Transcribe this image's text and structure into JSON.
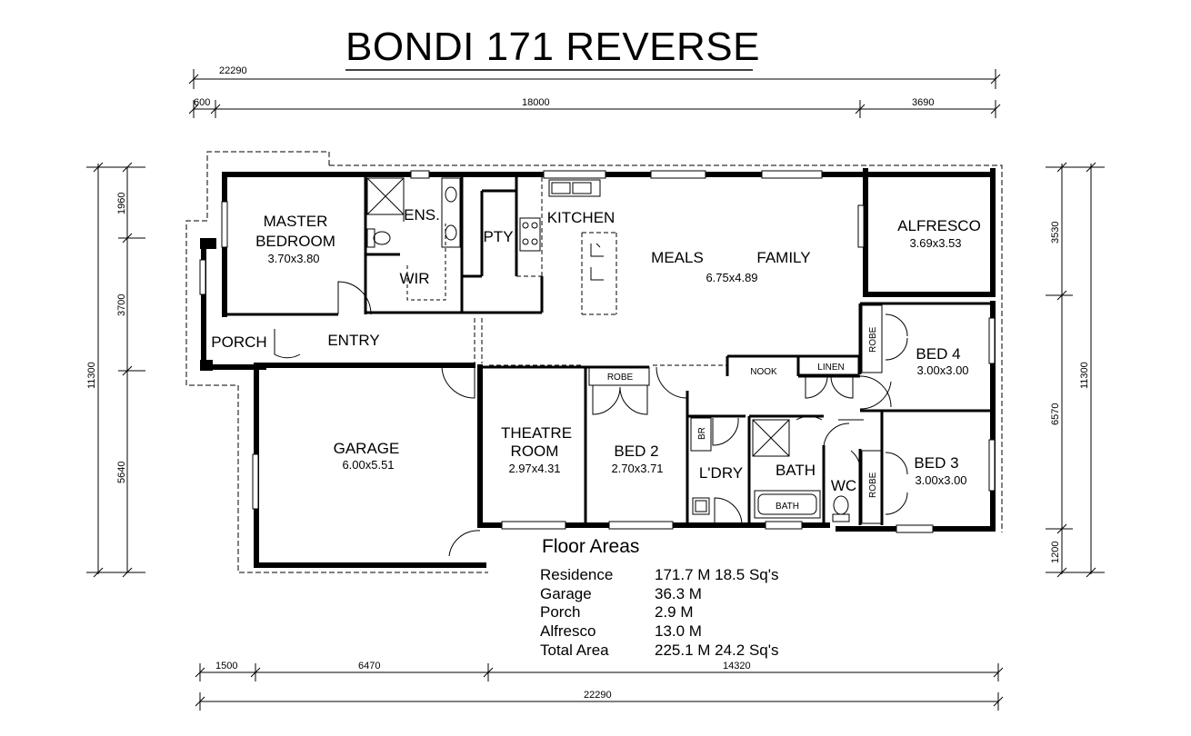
{
  "title": "BONDI 171 REVERSE",
  "dimensions": {
    "top_overall": "22290",
    "top_segments": [
      "600",
      "18000",
      "3690"
    ],
    "left_overall": "11300",
    "left_segments": [
      "1960",
      "3700",
      "5640"
    ],
    "right_overall": "11300",
    "right_segments": [
      "3530",
      "6570",
      "1200"
    ],
    "bottom_segments": [
      "1500",
      "6470",
      "14320"
    ],
    "bottom_overall": "22290"
  },
  "rooms": {
    "master_line1": "MASTER",
    "master_line2": "BEDROOM",
    "master_size": "3.70x3.80",
    "ensuite": "ENS.",
    "wir": "WIR",
    "pantry": "PTY",
    "kitchen": "KITCHEN",
    "meals": "MEALS",
    "family": "FAMILY",
    "living_size": "6.75x4.89",
    "alfresco": "ALFRESCO",
    "alfresco_size": "3.69x3.53",
    "porch": "PORCH",
    "entry": "ENTRY",
    "garage": "GARAGE",
    "garage_size": "6.00x5.51",
    "theatre_line1": "THEATRE",
    "theatre_line2": "ROOM",
    "theatre_size": "2.97x4.31",
    "bed2": "BED 2",
    "bed2_size": "2.70x3.71",
    "robe": "ROBE",
    "nook": "NOOK",
    "linen": "LINEN",
    "br": "BR",
    "laundry": "L'DRY",
    "bath": "BATH",
    "bath_tub": "BATH",
    "wc": "WC",
    "bed4": "BED 4",
    "bed4_size": "3.00x3.00",
    "bed3": "BED 3",
    "bed3_size": "3.00x3.00"
  },
  "floor_areas": {
    "heading": "Floor Areas",
    "rows": [
      {
        "label": "Residence",
        "value": "171.7 M 18.5 Sq's"
      },
      {
        "label": "Garage",
        "value": "36.3 M"
      },
      {
        "label": "Porch",
        "value": "2.9 M"
      },
      {
        "label": "Alfresco",
        "value": "13.0 M"
      },
      {
        "label": "Total Area",
        "value": "225.1 M 24.2 Sq's"
      }
    ]
  }
}
